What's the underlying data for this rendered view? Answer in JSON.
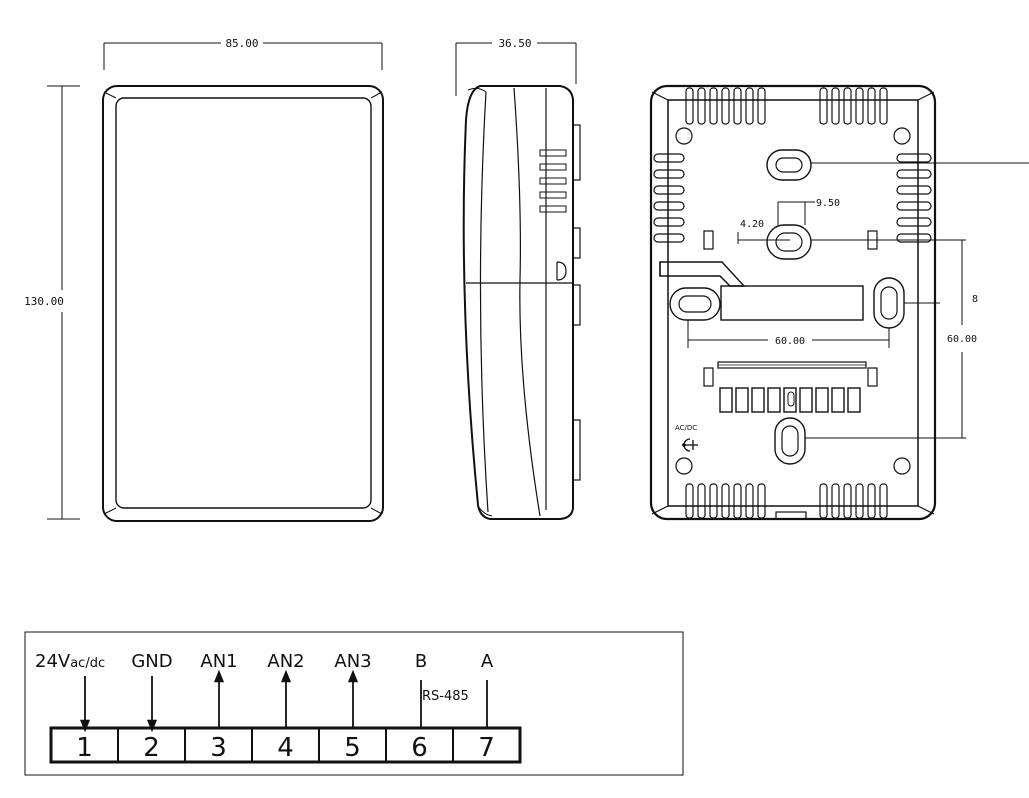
{
  "dimensions": {
    "front_width": "85.00",
    "front_height": "130.00",
    "side_depth": "36.50",
    "back_top_offset": "9.50",
    "back_small_offset": "4.20",
    "back_horizontal_spacing": "60.00",
    "back_vertical_spacing": "60.00",
    "back_right_clipped": "8"
  },
  "back_label": {
    "power": "AC/DC"
  },
  "wiring": {
    "terminals": [
      {
        "number": "1",
        "label": "24V",
        "label_sub": "ac/dc"
      },
      {
        "number": "2",
        "label": "GND"
      },
      {
        "number": "3",
        "label": "AN1"
      },
      {
        "number": "4",
        "label": "AN2"
      },
      {
        "number": "5",
        "label": "AN3"
      },
      {
        "number": "6",
        "label": "B"
      },
      {
        "number": "7",
        "label": "A"
      }
    ],
    "bus_label": "RS-485"
  }
}
